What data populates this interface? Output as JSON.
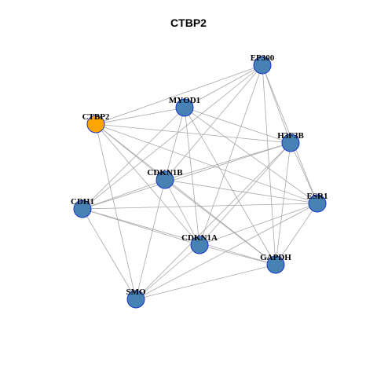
{
  "title": "CTBP2",
  "colors": {
    "focus_node": "#ffa500",
    "other_node": "#4682b4",
    "node_border": "#1a33cc",
    "edge": "#a8a8a8"
  },
  "nodes": [
    {
      "id": "EP300",
      "label": "EP300",
      "focus": false
    },
    {
      "id": "MYOD1",
      "label": "MYOD1",
      "focus": false
    },
    {
      "id": "CTBP2",
      "label": "CTBP2",
      "focus": true
    },
    {
      "id": "H3F3B",
      "label": "H3F3B",
      "focus": false
    },
    {
      "id": "CDKN1B",
      "label": "CDKN1B",
      "focus": false
    },
    {
      "id": "CDH1",
      "label": "CDH1",
      "focus": false
    },
    {
      "id": "ESR1",
      "label": "ESR1",
      "focus": false
    },
    {
      "id": "CDKN1A",
      "label": "CDKN1A",
      "focus": false
    },
    {
      "id": "GAPDH",
      "label": "GAPDH",
      "focus": false
    },
    {
      "id": "SMO",
      "label": "SMO",
      "focus": false
    }
  ],
  "edges": [
    [
      "EP300",
      "CTBP2"
    ],
    [
      "EP300",
      "MYOD1"
    ],
    [
      "EP300",
      "H3F3B"
    ],
    [
      "EP300",
      "CDKN1B"
    ],
    [
      "EP300",
      "CDH1"
    ],
    [
      "EP300",
      "ESR1"
    ],
    [
      "EP300",
      "CDKN1A"
    ],
    [
      "EP300",
      "GAPDH"
    ],
    [
      "MYOD1",
      "CTBP2"
    ],
    [
      "MYOD1",
      "H3F3B"
    ],
    [
      "MYOD1",
      "CDKN1B"
    ],
    [
      "MYOD1",
      "CDH1"
    ],
    [
      "MYOD1",
      "ESR1"
    ],
    [
      "MYOD1",
      "CDKN1A"
    ],
    [
      "MYOD1",
      "GAPDH"
    ],
    [
      "CTBP2",
      "H3F3B"
    ],
    [
      "CTBP2",
      "CDKN1B"
    ],
    [
      "CTBP2",
      "CDKN1A"
    ],
    [
      "CTBP2",
      "GAPDH"
    ],
    [
      "CTBP2",
      "SMO"
    ],
    [
      "CTBP2",
      "ESR1"
    ],
    [
      "H3F3B",
      "CDKN1B"
    ],
    [
      "H3F3B",
      "CDH1"
    ],
    [
      "H3F3B",
      "ESR1"
    ],
    [
      "H3F3B",
      "CDKN1A"
    ],
    [
      "H3F3B",
      "GAPDH"
    ],
    [
      "H3F3B",
      "SMO"
    ],
    [
      "CDKN1B",
      "CDH1"
    ],
    [
      "CDKN1B",
      "ESR1"
    ],
    [
      "CDKN1B",
      "CDKN1A"
    ],
    [
      "CDKN1B",
      "GAPDH"
    ],
    [
      "CDKN1B",
      "SMO"
    ],
    [
      "CDH1",
      "ESR1"
    ],
    [
      "CDH1",
      "CDKN1A"
    ],
    [
      "CDH1",
      "GAPDH"
    ],
    [
      "CDH1",
      "SMO"
    ],
    [
      "ESR1",
      "CDKN1A"
    ],
    [
      "ESR1",
      "GAPDH"
    ],
    [
      "ESR1",
      "SMO"
    ],
    [
      "CDKN1A",
      "GAPDH"
    ],
    [
      "CDKN1A",
      "SMO"
    ],
    [
      "GAPDH",
      "SMO"
    ]
  ]
}
